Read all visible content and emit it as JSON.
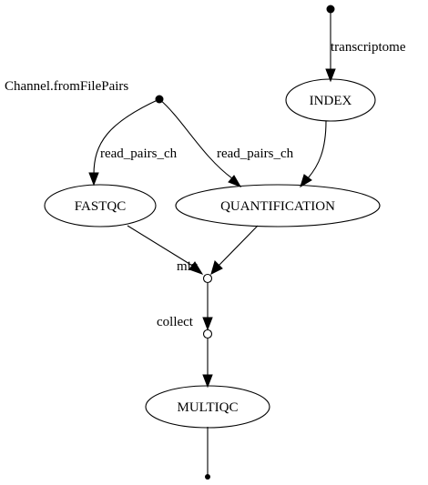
{
  "diagram": {
    "nodes": {
      "channel_label": "Channel.fromFilePairs",
      "index": "INDEX",
      "fastqc": "FASTQC",
      "quantification": "QUANTIFICATION",
      "multiqc": "MULTIQC"
    },
    "edges": {
      "transcriptome": "transcriptome",
      "read_pairs_fastqc": "read_pairs_ch",
      "read_pairs_quant": "read_pairs_ch"
    },
    "operators": {
      "mix": "mix",
      "collect": "collect"
    }
  }
}
